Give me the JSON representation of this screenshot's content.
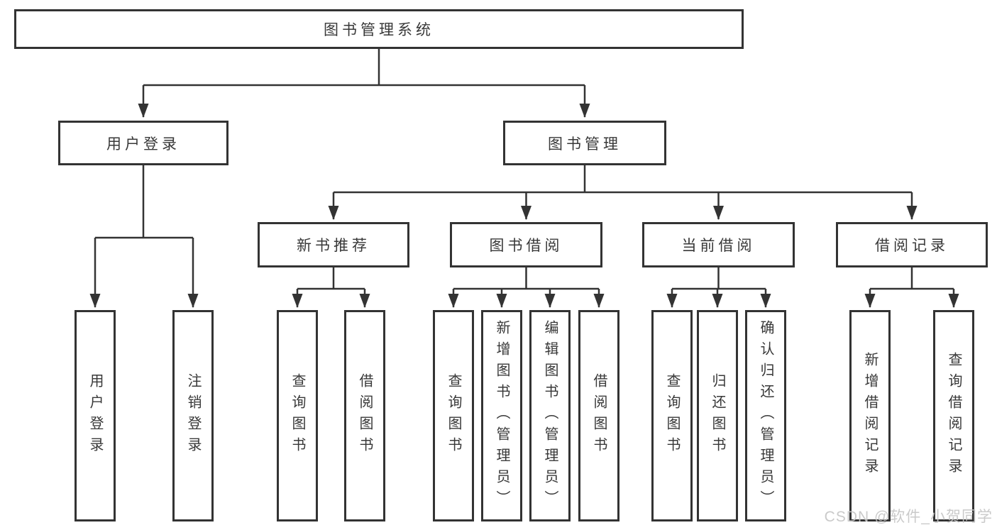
{
  "colors": {
    "line": "#333333",
    "box_border": "#333333",
    "text": "#383838",
    "watermark": "#c6c6c6",
    "background": "#ffffff"
  },
  "watermark": "CSDN @软件_小贺同学",
  "tree": {
    "root": "图书管理系统",
    "login": {
      "label": "用户登录",
      "children": [
        "用户登录",
        "注销登录"
      ]
    },
    "management": {
      "label": "图书管理",
      "sections": [
        {
          "label": "新书推荐",
          "children": [
            "查询图书",
            "借阅图书"
          ]
        },
        {
          "label": "图书借阅",
          "children": [
            "查询图书",
            "新增图书（管理员）",
            "编辑图书（管理员）",
            "借阅图书"
          ]
        },
        {
          "label": "当前借阅",
          "children": [
            "查询图书",
            "归还图书",
            "确认归还（管理员）"
          ]
        },
        {
          "label": "借阅记录",
          "children": [
            "新增借阅记录",
            "查询借阅记录"
          ]
        }
      ]
    }
  }
}
